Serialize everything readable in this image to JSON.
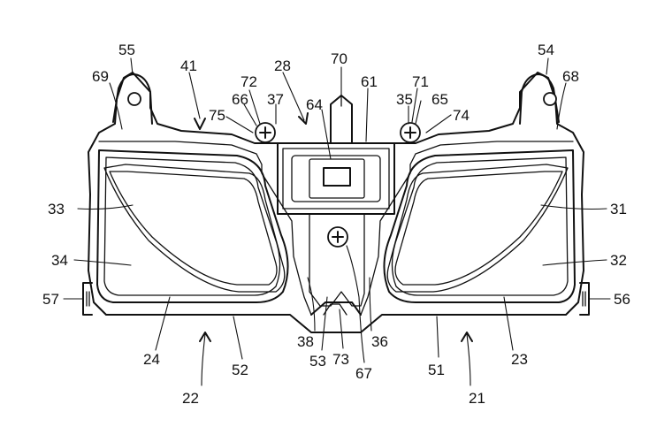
{
  "figure": {
    "labels": {
      "l21": "21",
      "l22": "22",
      "l23": "23",
      "l24": "24",
      "l28": "28",
      "l31": "31",
      "l32": "32",
      "l33": "33",
      "l34": "34",
      "l35": "35",
      "l36": "36",
      "l37": "37",
      "l38": "38",
      "l41": "41",
      "l51": "51",
      "l52": "52",
      "l53": "53",
      "l54": "54",
      "l55": "55",
      "l56": "56",
      "l57": "57",
      "l61": "61",
      "l64": "64",
      "l65": "65",
      "l66": "66",
      "l67": "67",
      "l68": "68",
      "l69": "69",
      "l70": "70",
      "l71": "71",
      "l72": "72",
      "l73": "73",
      "l74": "74",
      "l75": "75"
    }
  }
}
